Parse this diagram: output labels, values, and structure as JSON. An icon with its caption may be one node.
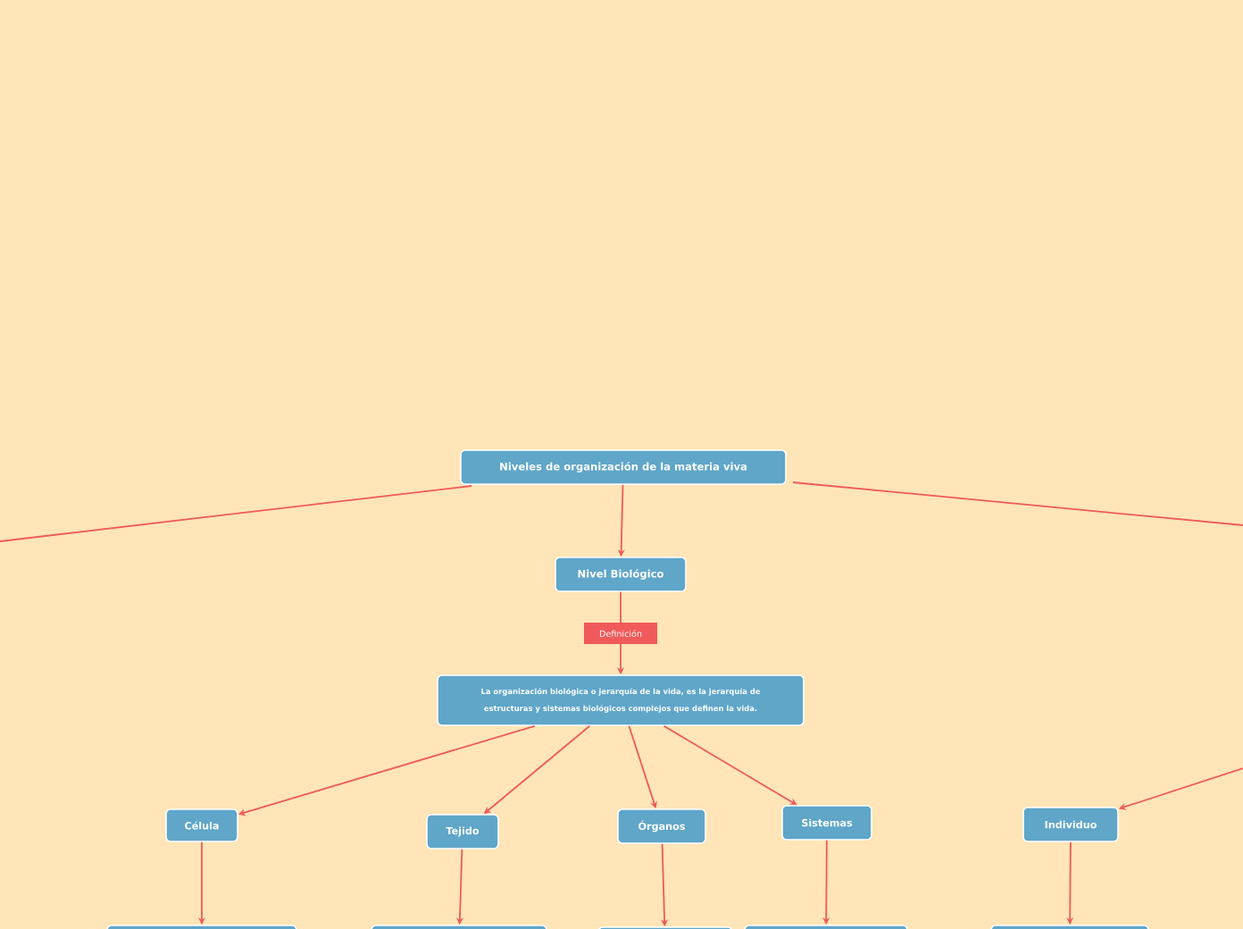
{
  "diagram": {
    "nodes": [
      {
        "text": [
          "Niveles de organización de la materia viva"
        ]
      },
      {
        "text": [
          "Nivel Biológico"
        ]
      },
      {
        "text": [
          "La organización biológica o jerarquía de la vida, es la jerarquía de estructuras y sistemas biológicos complejos que definen la vida."
        ]
      },
      {
        "text": [
          "Célula"
        ]
      },
      {
        "text": [
          "Tejido"
        ]
      },
      {
        "text": [
          "Órganos"
        ]
      },
      {
        "text": [
          "Sistemas"
        ]
      },
      {
        "text": [
          "Individuo"
        ]
      },
      {
        "text": [],
        "shape": "box"
      },
      {
        "text": [],
        "shape": "box"
      },
      {
        "text": [],
        "shape": "box"
      },
      {
        "text": [],
        "shape": "box"
      },
      {
        "text": [],
        "shape": "box"
      }
    ],
    "edges": [
      {
        "from": 0,
        "to": null,
        "arrow": "none"
      },
      {
        "from": 0,
        "to": 1,
        "arrow": "to"
      },
      {
        "from": 0,
        "to": null,
        "arrow": "none"
      },
      {
        "from": 1,
        "to": 2,
        "arrow": "to",
        "label": "Definición"
      },
      {
        "from": 2,
        "to": 3,
        "arrow": "to"
      },
      {
        "from": 2,
        "to": 4,
        "arrow": "to"
      },
      {
        "from": 2,
        "to": 5,
        "arrow": "to"
      },
      {
        "from": 2,
        "to": 6,
        "arrow": "to"
      },
      {
        "from": null,
        "to": 7,
        "arrow": "to"
      },
      {
        "from": 3,
        "to": 8,
        "arrow": "to"
      },
      {
        "from": 4,
        "to": 9,
        "arrow": "to"
      },
      {
        "from": 5,
        "to": 10,
        "arrow": "to"
      },
      {
        "from": 6,
        "to": 11,
        "arrow": "to"
      },
      {
        "from": 7,
        "to": 12,
        "arrow": "to"
      }
    ]
  }
}
